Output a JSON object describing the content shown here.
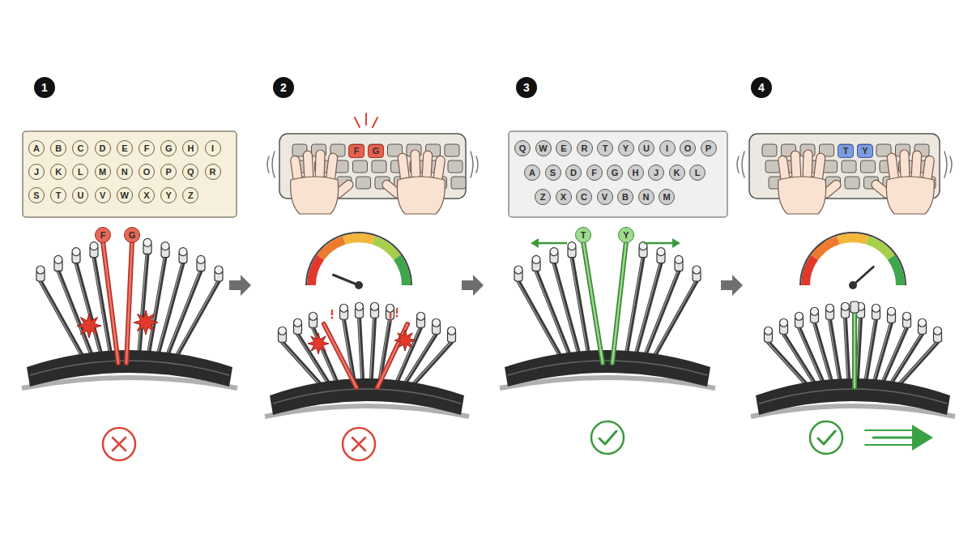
{
  "diagram": {
    "nodes": [
      {
        "text": [
          "1"
        ]
      },
      {
        "text": [
          "A"
        ]
      },
      {
        "text": [
          "B"
        ]
      },
      {
        "text": [
          "C"
        ]
      },
      {
        "text": [
          "D"
        ]
      },
      {
        "text": [
          "E"
        ]
      },
      {
        "text": [
          "F"
        ]
      },
      {
        "text": [
          "G"
        ]
      },
      {
        "text": [
          "H"
        ]
      },
      {
        "text": [
          "I"
        ]
      },
      {
        "text": [
          "J"
        ]
      },
      {
        "text": [
          "K"
        ]
      },
      {
        "text": [
          "L"
        ]
      },
      {
        "text": [
          "M"
        ]
      },
      {
        "text": [
          "N"
        ]
      },
      {
        "text": [
          "O"
        ]
      },
      {
        "text": [
          "P"
        ]
      },
      {
        "text": [
          "Q"
        ]
      },
      {
        "text": [
          "R"
        ]
      },
      {
        "text": [
          "S"
        ]
      },
      {
        "text": [
          "T"
        ]
      },
      {
        "text": [
          "U"
        ]
      },
      {
        "text": [
          "V"
        ]
      },
      {
        "text": [
          "W"
        ]
      },
      {
        "text": [
          "X"
        ]
      },
      {
        "text": [
          "Y"
        ]
      },
      {
        "text": [
          "Z"
        ]
      },
      {
        "text": [
          "F"
        ]
      },
      {
        "text": [
          "G"
        ]
      },
      {
        "text": [
          "2"
        ]
      },
      {
        "text": [
          "F"
        ]
      },
      {
        "text": [
          "G"
        ]
      },
      {
        "text": [
          "3"
        ]
      },
      {
        "text": [
          "Q"
        ]
      },
      {
        "text": [
          "W"
        ]
      },
      {
        "text": [
          "E"
        ]
      },
      {
        "text": [
          "R"
        ]
      },
      {
        "text": [
          "T"
        ]
      },
      {
        "text": [
          "Y"
        ]
      },
      {
        "text": [
          "U"
        ]
      },
      {
        "text": [
          "I"
        ]
      },
      {
        "text": [
          "O"
        ]
      },
      {
        "text": [
          "P"
        ]
      },
      {
        "text": [
          "A"
        ]
      },
      {
        "text": [
          "S"
        ]
      },
      {
        "text": [
          "D"
        ]
      },
      {
        "text": [
          "F"
        ]
      },
      {
        "text": [
          "G"
        ]
      },
      {
        "text": [
          "H"
        ]
      },
      {
        "text": [
          "J"
        ]
      },
      {
        "text": [
          "K"
        ]
      },
      {
        "text": [
          "L"
        ]
      },
      {
        "text": [
          "Z"
        ]
      },
      {
        "text": [
          "X"
        ]
      },
      {
        "text": [
          "C"
        ]
      },
      {
        "text": [
          "V"
        ]
      },
      {
        "text": [
          "B"
        ]
      },
      {
        "text": [
          "N"
        ]
      },
      {
        "text": [
          "M"
        ]
      },
      {
        "text": [
          "T"
        ]
      },
      {
        "text": [
          "Y"
        ]
      },
      {
        "text": [
          "4"
        ]
      },
      {
        "text": [
          "T"
        ]
      },
      {
        "text": [
          "Y"
        ]
      }
    ]
  }
}
